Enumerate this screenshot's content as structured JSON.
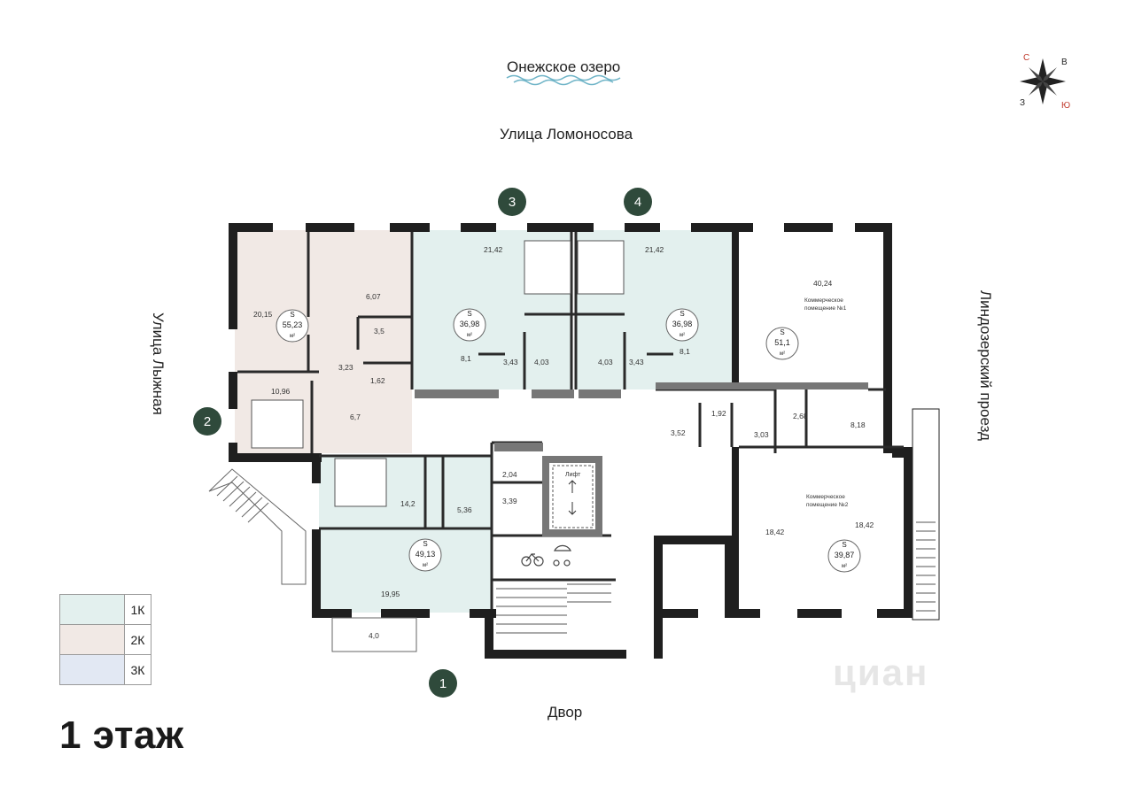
{
  "header": {
    "lake_label": "Онежское озеро",
    "street_top": "Улица Ломоносова",
    "street_left": "Улица Лыжная",
    "street_right": "Линдозерский проезд",
    "yard_label": "Двор"
  },
  "compass": {
    "north": "С",
    "east": "В",
    "south": "Ю",
    "west": "З"
  },
  "entrances": {
    "e1": "1",
    "e2": "2",
    "e3": "3",
    "e4": "4"
  },
  "legend": [
    {
      "label": "1К",
      "color": "#e3f0ee"
    },
    {
      "label": "2К",
      "color": "#f1e9e5"
    },
    {
      "label": "3К",
      "color": "#e2e8f3"
    }
  ],
  "floor_label": "1 этаж",
  "watermark": "циан",
  "apartments": {
    "a2k_top_area": "55,23",
    "a3_area": "36,98",
    "a4_area": "36,98",
    "a1_area": "49,13",
    "com1_area": "51,1",
    "com2_area": "39,87",
    "s_letter": "S",
    "unit": "м²"
  },
  "commercial": {
    "c1_line1": "Коммерческое",
    "c1_line2": "помещение №1",
    "c2_line1": "Коммерческое",
    "c2_line2": "помещение №2"
  },
  "lift_label": "Лифт",
  "rooms": {
    "r_2015": "20,15",
    "r_607": "6,07",
    "r_35": "3,5",
    "r_323": "3,23",
    "r_162": "1,62",
    "r_1096": "10,96",
    "r_67": "6,7",
    "r_2142a": "21,42",
    "r_81a": "8,1",
    "r_343a": "3,43",
    "r_403a": "4,03",
    "r_2142b": "21,42",
    "r_81b": "8,1",
    "r_343b": "3,43",
    "r_403b": "4,03",
    "r_4024": "40,24",
    "r_818": "8,18",
    "r_192": "1,92",
    "r_303": "3,03",
    "r_268": "2,68",
    "r_352": "3,52",
    "r_142": "14,2",
    "r_536": "5,36",
    "r_204": "2,04",
    "r_339": "3,39",
    "r_1995": "19,95",
    "r_40": "4,0",
    "r_1842a": "18,42",
    "r_1842b": "18,42"
  }
}
